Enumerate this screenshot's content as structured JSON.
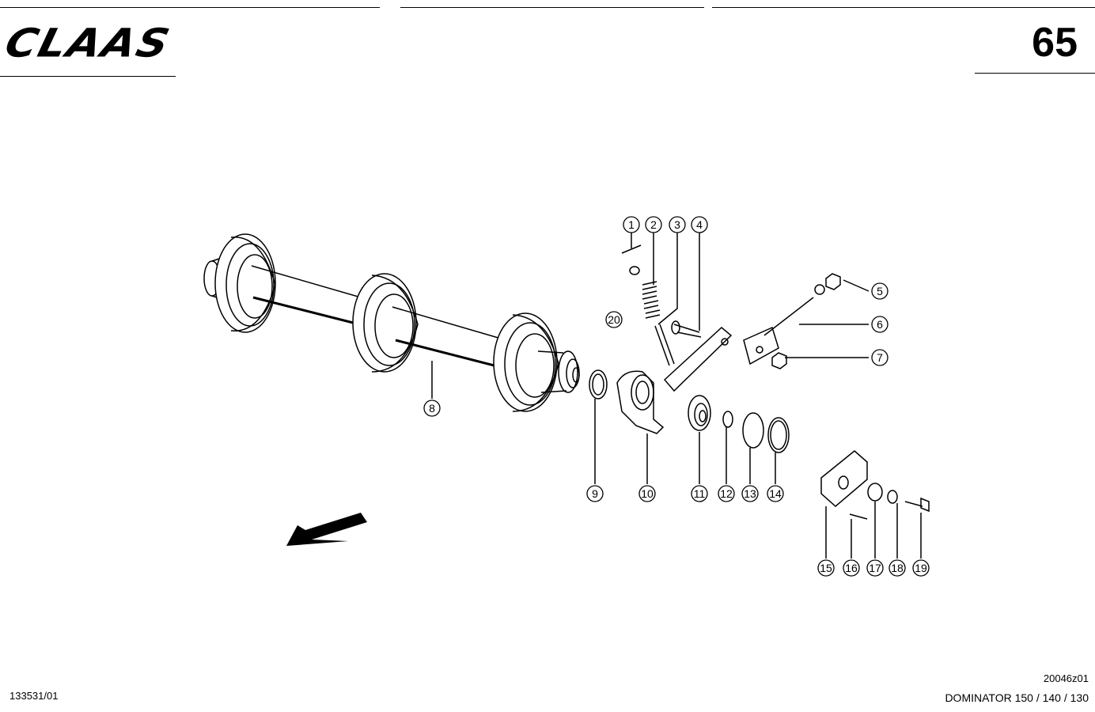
{
  "header": {
    "brand": "CLAAS",
    "page_number": "65"
  },
  "callouts": [
    "1",
    "2",
    "3",
    "4",
    "5",
    "6",
    "7",
    "8",
    "9",
    "10",
    "11",
    "12",
    "13",
    "14",
    "15",
    "16",
    "17",
    "18",
    "19",
    "20"
  ],
  "footer": {
    "doc_number": "133531/01",
    "figure_ref": "20046z01",
    "model": "DOMINATOR 150 / 140 / 130"
  }
}
